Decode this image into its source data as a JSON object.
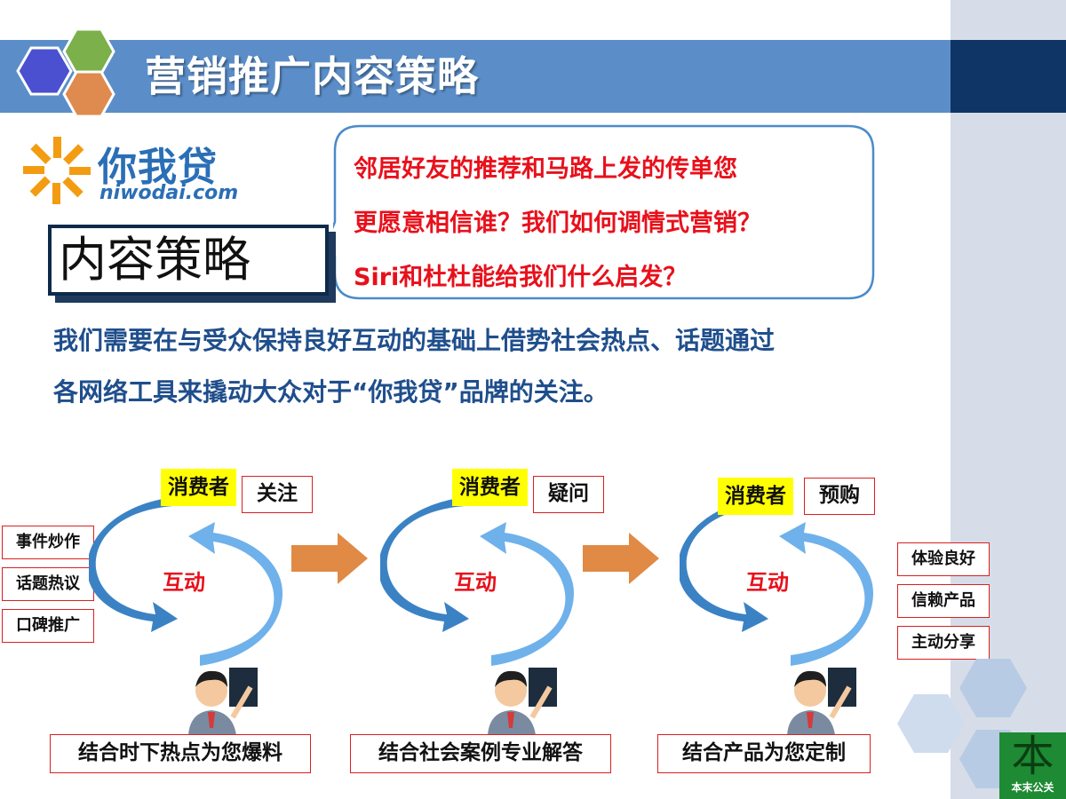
{
  "header": {
    "title": "营销推广内容策略"
  },
  "logo": {
    "name_cn": "你我贷",
    "name_en": "niwodai.com"
  },
  "bubble": {
    "lines": [
      "邻居好友的推荐和马路上发的传单您",
      "更愿意相信谁？我们如何调情式营销？",
      "Siri和杜杜能给我们什么启发？"
    ]
  },
  "strategy": {
    "label": "内容策略"
  },
  "description": {
    "lines": [
      "我们需要在与受众保持良好互动的基础上借势社会热点、话题通过",
      "各网络工具来撬动大众对于“你我贷”品牌的关注。"
    ]
  },
  "left_tags": [
    "事件炒作",
    "话题热议",
    "口碑推广"
  ],
  "right_tags": [
    "体验良好",
    "信赖产品",
    "主动分享"
  ],
  "stages": [
    {
      "consumer": "消费者",
      "action": "关注",
      "center": "互动",
      "bottom": "结合时下热点为您爆料"
    },
    {
      "consumer": "消费者",
      "action": "疑问",
      "center": "互动",
      "bottom": "结合社会案例专业解答"
    },
    {
      "consumer": "消费者",
      "action": "预购",
      "center": "互动",
      "bottom": "结合产品为您定制"
    }
  ],
  "brand_mark": {
    "glyph": "本",
    "text": "本末公关"
  },
  "colors": {
    "title_bar": "#5b8ec9",
    "title_bar_dark": "#0e3566",
    "accent_red": "#e8101b",
    "text_blue": "#1f4e8c",
    "highlight_yellow": "#ffff00",
    "flow_arrow": "#e08a45",
    "cycle_blue": "#3b82c4"
  }
}
